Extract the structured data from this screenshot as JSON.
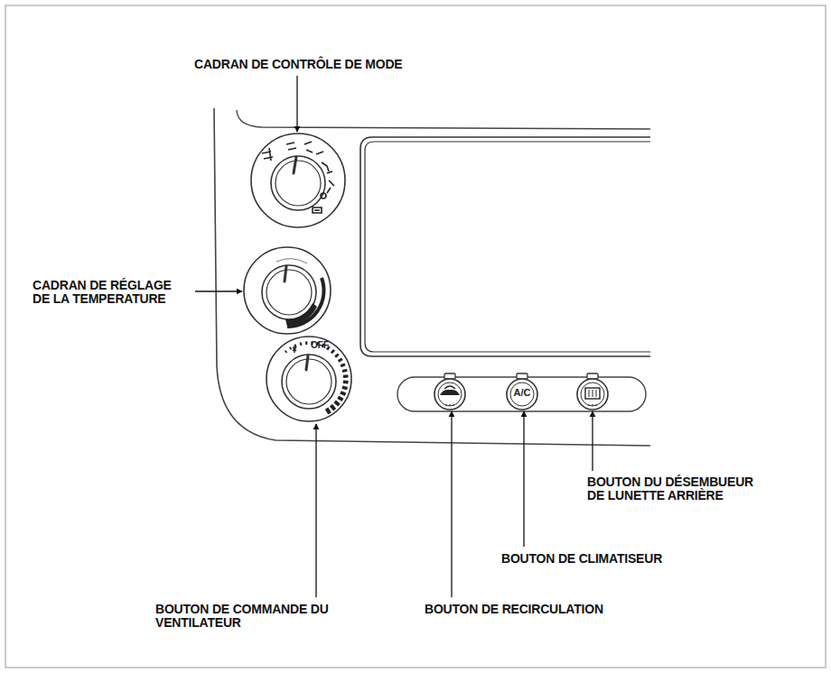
{
  "diagram": {
    "nodes": [
      {
        "text": [
          "OFF"
        ]
      },
      {
        "text": [
          "A/C"
        ]
      }
    ],
    "labels": [
      "CADRAN DE CONTRÔLE DE MODE",
      "CADRAN DE RÉGLAGE DE LA TEMPERATURE",
      "BOUTON DU DÉSEMBUEUR DE LUNETTE ARRIÈRE",
      "BOUTON DE CLIMATISEUR",
      "BOUTON DE COMMANDE DU VENTILATEUR",
      "BOUTON DE RECIRCULATION"
    ]
  }
}
